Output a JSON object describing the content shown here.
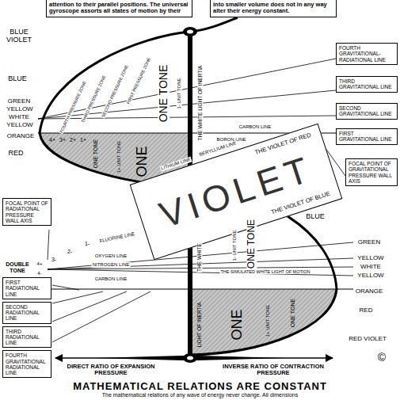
{
  "diagram": {
    "title": "MATHEMATICAL RELATIONS ARE CONSTANT",
    "caption": "The mathematical relations of any wave of energy never change. All dimensions",
    "nodes": [
      {
        "text": [
          "attention to their parallel positions. The universal gyroscope assorts all states of motion by their"
        ]
      },
      {
        "text": [
          "into smaller volume does not in any way alter their energy constant."
        ]
      },
      {
        "text": [
          "FOURTH GRAVITATIONAL-RADIATIONAL LINE"
        ]
      },
      {
        "text": [
          "THIRD GRAVITATIONAL LINE"
        ]
      },
      {
        "text": [
          "SECOND GRAVITATIONAL LINE"
        ]
      },
      {
        "text": [
          "FIRST GRAVITATIONAL LINE"
        ]
      },
      {
        "text": [
          "FOCAL POINT OF GRAVITATIONAL PRESSURE WALL AXIS"
        ]
      },
      {
        "text": [
          "THE VIOLET OF RED",
          "VIOLET",
          "THE VIOLET OF BLUE"
        ]
      },
      {
        "text": [
          "FOCAL POINT OF RADIATIONAL PRESSURE WALL AXIS"
        ]
      },
      {
        "text": [
          "FIRST RADIATIONAL LINE"
        ]
      },
      {
        "text": [
          "SECOND RADIATIONAL LINE"
        ]
      },
      {
        "text": [
          "THIRD RADIATIONAL LINE"
        ]
      },
      {
        "text": [
          "FOURTH GRAVITATIONAL RADIATIONAL LINE"
        ]
      }
    ],
    "labels": [
      "BLUE VIOLET",
      "BLUE",
      "GREEN",
      "YELLOW",
      "WHITE",
      "YELLOW",
      "ORANGE",
      "RED",
      "FOURTH PRESSURE ZONE",
      "THIRD PRESSURE ZONE",
      "SECOND PRESSURE ZONE",
      "FIRST PRESSURE ZONE",
      "THE WHITE LIGHT OF INERTIA",
      "ONE TONE",
      "1- UNIT TONE",
      "CARBON LINE",
      "BORON LINE",
      "BERYLLIUM LINE",
      "LITHIUM LINE",
      "ONE",
      "1+ UNIT TONE",
      "ONE TONE",
      "1+",
      "2+",
      "3+",
      "4+",
      "FLUORINE LINE",
      "1-",
      "2-",
      "3-",
      "OXYGEN LINE",
      "NITROGEN LINE",
      "CARBON LINE",
      "DOUBLE TONE",
      "4+",
      "4-",
      "THE WHITE",
      "THE SIMULATED WHITE LIGHT OF MOTION",
      "1- UNIT TONE",
      "ONE TONE",
      "BLUE",
      "ONE",
      "1+ UNIT TONE",
      "ONE TONE",
      "LIGHT OF INERTIA",
      "GREEN",
      "YELLOW",
      "WHITE",
      "YELLOW",
      "ORANGE",
      "RED",
      "RED VIOLET",
      "DIRECT RATIO OF EXPANSION PRESSURE",
      "INVERSE RATIO OF CONTRACTION PRESSURE",
      "©"
    ]
  }
}
